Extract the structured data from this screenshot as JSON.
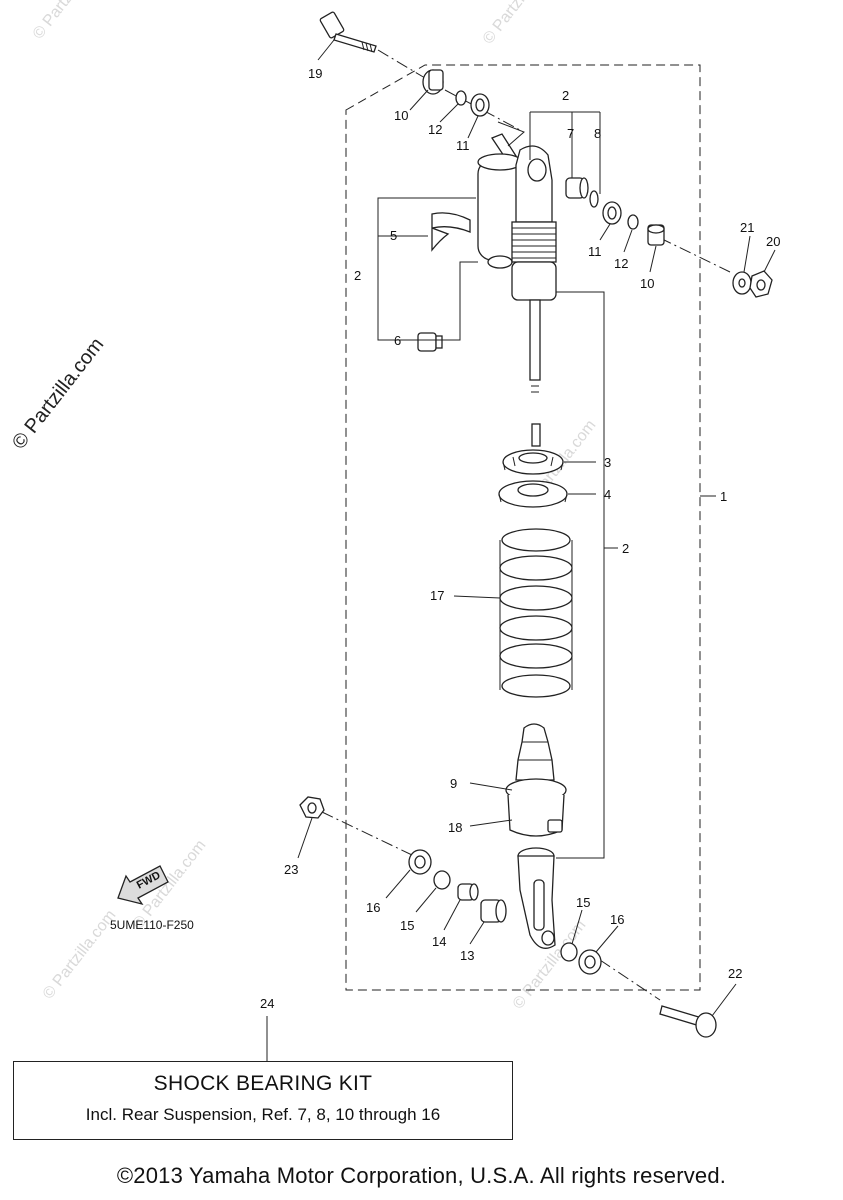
{
  "watermark": "© Partzilla.com",
  "diagram_code": "5UME110-F250",
  "fwd_label": "FWD",
  "callouts": {
    "c1": "1",
    "c2a": "2",
    "c2b": "2",
    "c2c": "2",
    "c3": "3",
    "c4": "4",
    "c5": "5",
    "c6": "6",
    "c7": "7",
    "c8": "8",
    "c9": "9",
    "c10a": "10",
    "c10b": "10",
    "c11a": "11",
    "c11b": "11",
    "c12a": "12",
    "c12b": "12",
    "c13": "13",
    "c14": "14",
    "c15a": "15",
    "c15b": "15",
    "c16a": "16",
    "c16b": "16",
    "c17": "17",
    "c18": "18",
    "c19": "19",
    "c20": "20",
    "c21": "21",
    "c22": "22",
    "c23": "23",
    "c24": "24"
  },
  "kit": {
    "title": "SHOCK BEARING KIT",
    "description": "Incl. Rear Suspension, Ref. 7, 8, 10 through 16"
  },
  "copyright": "©2013 Yamaha Motor Corporation, U.S.A. All rights reserved."
}
